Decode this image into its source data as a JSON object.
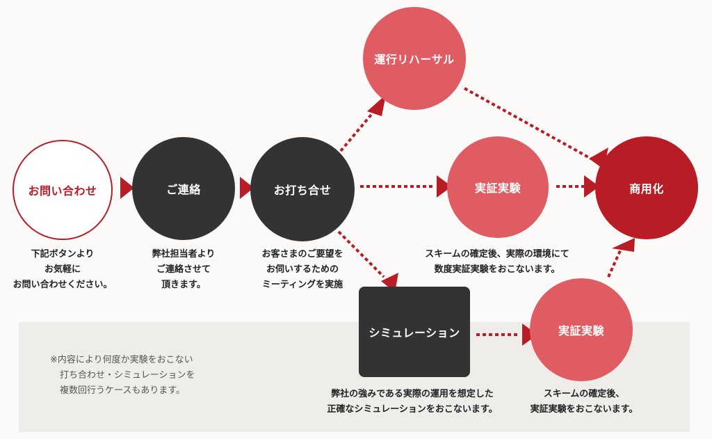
{
  "nodes": {
    "inquiry": "お問い合わせ",
    "contact": "ご連絡",
    "meeting": "お打ち合せ",
    "rehearsal": "運行リハーサル",
    "demo_top": "実証実験",
    "commercial": "商用化",
    "simulation": "シミュレーション",
    "demo_bottom": "実証実験"
  },
  "captions": {
    "inquiry": [
      "下記ボタンより",
      "お気軽に",
      "お問い合わせください。"
    ],
    "contact": [
      "弊社担当者より",
      "ご連絡させて",
      "頂きます。"
    ],
    "meeting": [
      "お客さまのご要望を",
      "お伺いするための",
      "ミーティングを実施"
    ],
    "demo_top": [
      "スキームの確定後、実際の環境にて",
      "数度実証実験をおこないます。"
    ],
    "simulation": [
      "弊社の強みである実際の運用を想定した",
      "正確なシミュレーションをおこないます。"
    ],
    "demo_bottom": [
      "スキームの確定後、",
      "実証実験をおこないます。"
    ]
  },
  "note": [
    "※内容により何度か実験をおこない",
    "打ち合わせ・シミュレーションを",
    "複数回行うケースもあります。"
  ],
  "colors": {
    "dark": "#333333",
    "pink": "#e05c63",
    "red": "#b81c25",
    "band": "#efedea"
  }
}
